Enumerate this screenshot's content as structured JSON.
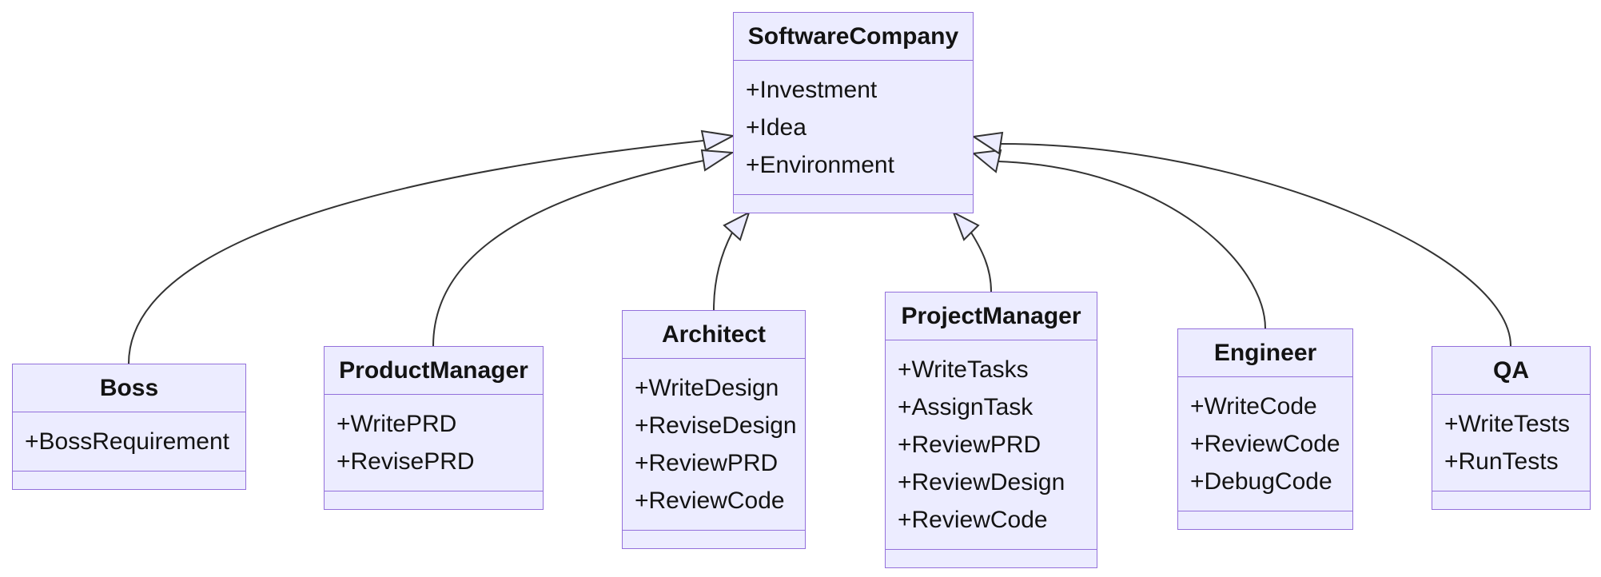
{
  "diagram": {
    "kind": "uml-class-diagram",
    "classes": [
      {
        "name": "SoftwareCompany",
        "members": [
          "+Investment",
          "+Idea",
          "+Environment"
        ]
      },
      {
        "name": "Boss",
        "members": [
          "+BossRequirement"
        ]
      },
      {
        "name": "ProductManager",
        "members": [
          "+WritePRD",
          "+RevisePRD"
        ]
      },
      {
        "name": "Architect",
        "members": [
          "+WriteDesign",
          "+ReviseDesign",
          "+ReviewPRD",
          "+ReviewCode"
        ]
      },
      {
        "name": "ProjectManager",
        "members": [
          "+WriteTasks",
          "+AssignTask",
          "+ReviewPRD",
          "+ReviewDesign",
          "+ReviewCode"
        ]
      },
      {
        "name": "Engineer",
        "members": [
          "+WriteCode",
          "+ReviewCode",
          "+DebugCode"
        ]
      },
      {
        "name": "QA",
        "members": [
          "+WriteTests",
          "+RunTests"
        ]
      }
    ],
    "relations": [
      {
        "from": "Boss",
        "to": "SoftwareCompany",
        "type": "inheritance"
      },
      {
        "from": "ProductManager",
        "to": "SoftwareCompany",
        "type": "inheritance"
      },
      {
        "from": "Architect",
        "to": "SoftwareCompany",
        "type": "inheritance"
      },
      {
        "from": "ProjectManager",
        "to": "SoftwareCompany",
        "type": "inheritance"
      },
      {
        "from": "Engineer",
        "to": "SoftwareCompany",
        "type": "inheritance"
      },
      {
        "from": "QA",
        "to": "SoftwareCompany",
        "type": "inheritance"
      }
    ],
    "theme": {
      "node_fill": "#ECECFF",
      "node_border": "#9370DB",
      "line_color": "#333333",
      "text_color": "#131313",
      "background": "#ffffff"
    }
  }
}
